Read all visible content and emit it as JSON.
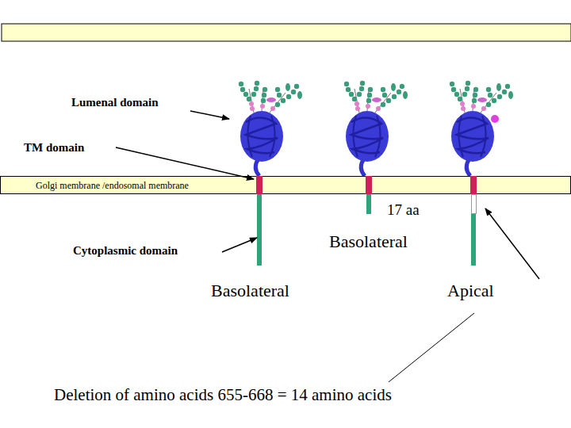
{
  "diagram": {
    "nodes": [
      {
        "text": [
          "Golgi membrane /endosomal membrane"
        ]
      }
    ],
    "labels": [
      "Lumenal domain",
      "TM domain",
      "17 aa",
      "Cytoplasmic domain",
      "Basolateral",
      "Basolateral",
      "Apical",
      "Deletion of amino acids 655-668 = 14 amino acids"
    ]
  }
}
